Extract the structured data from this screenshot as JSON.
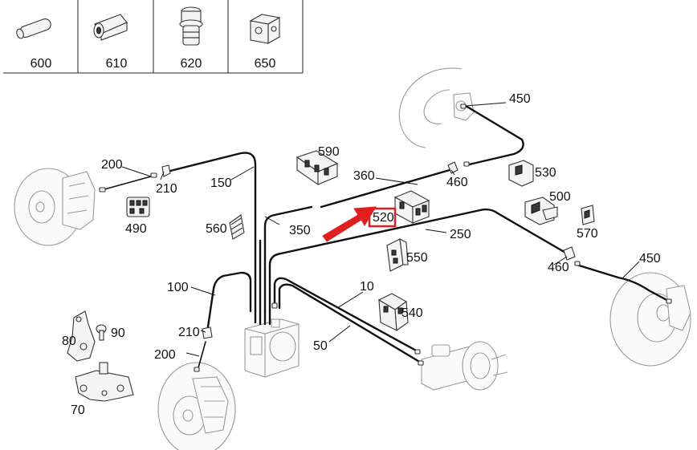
{
  "header_parts": [
    {
      "number": "600"
    },
    {
      "number": "610"
    },
    {
      "number": "620"
    },
    {
      "number": "650"
    }
  ],
  "callouts": {
    "c450a": "450",
    "c590": "590",
    "c360": "360",
    "c460a": "460",
    "c530": "530",
    "c200a": "200",
    "c210a": "210",
    "c150": "150",
    "c490": "490",
    "c500": "500",
    "c560": "560",
    "c350": "350",
    "c250": "250",
    "c570": "570",
    "c520": "520",
    "c550": "550",
    "c460b": "460",
    "c450b": "450",
    "c100": "100",
    "c10": "10",
    "c540": "540",
    "c80": "80",
    "c90": "90",
    "c210b": "210",
    "c200b": "200",
    "c50": "50",
    "c70": "70"
  },
  "highlight": {
    "part": "520",
    "box_color": "#e02020",
    "arrow_color": "#e02020"
  }
}
